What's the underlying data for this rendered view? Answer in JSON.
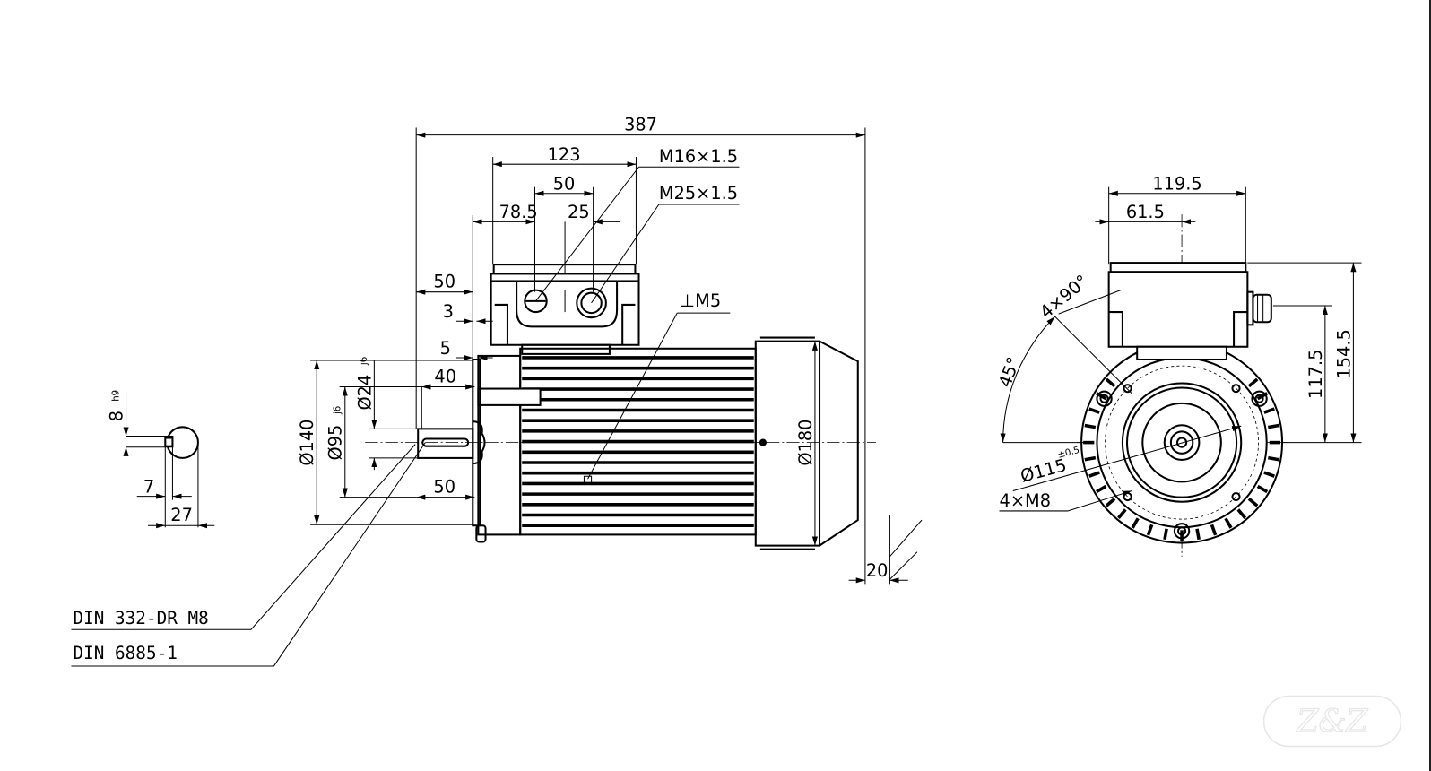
{
  "side_view": {
    "overall_length": "387",
    "box_width": "123",
    "gland_spacing": "50",
    "box_offset": "78.5",
    "gland_offset": "25",
    "gland_small": "M16×1.5",
    "gland_large": "M25×1.5",
    "earth_label": "⊥M5",
    "shaft_length": "50",
    "flange_gap": "3",
    "spigot": "5",
    "key_length": "40",
    "shaft_length_bottom": "50",
    "flange_dia": "Ø140",
    "spigot_dia": "Ø95",
    "spigot_tol": "j6",
    "shaft_dia": "Ø24",
    "shaft_tol": "j6",
    "fan_cover_dia": "Ø180",
    "cover_clearance": "20"
  },
  "shaft_section": {
    "key_width": "8",
    "key_tol": "h9",
    "key_depth": "7",
    "shaft_height": "27"
  },
  "leaders": {
    "center_hole": "DIN 332-DR M8",
    "key": "DIN 6885-1"
  },
  "end_view": {
    "box_width": "119.5",
    "box_offset": "61.5",
    "height_total": "154.5",
    "height_gland": "117.5",
    "angle_45": "45°",
    "holes_angle": "4×90°",
    "pcd": "Ø115",
    "pcd_tol": "±0.5",
    "holes": "4×M8"
  },
  "watermark": {
    "text": "Z&Z"
  }
}
